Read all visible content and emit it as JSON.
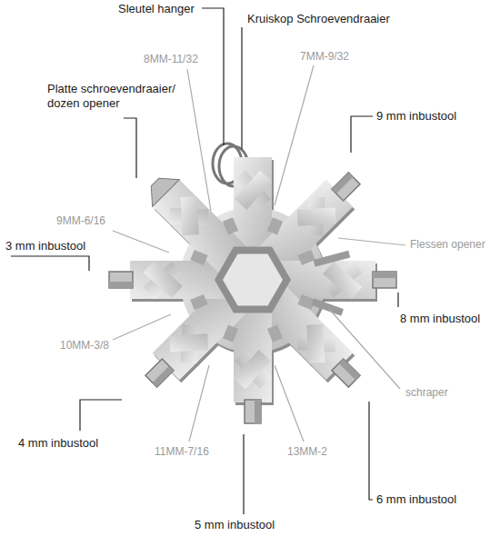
{
  "diagram": {
    "labels": [
      "Sleutel hanger",
      "Kruiskop Schroevendraaier",
      "8MM-11/32",
      "7MM-9/32",
      "Platte schroevendraaier/ dozen opener",
      "9 mm inbustool",
      "9MM-6/16",
      "Flessen opener",
      "3 mm inbustool",
      "8 mm inbustool",
      "10MM-3/8",
      "schraper",
      "4 mm inbustool",
      "11MM-7/16",
      "13MM-2",
      "6 mm inbustool",
      "5 mm inbustool"
    ]
  }
}
